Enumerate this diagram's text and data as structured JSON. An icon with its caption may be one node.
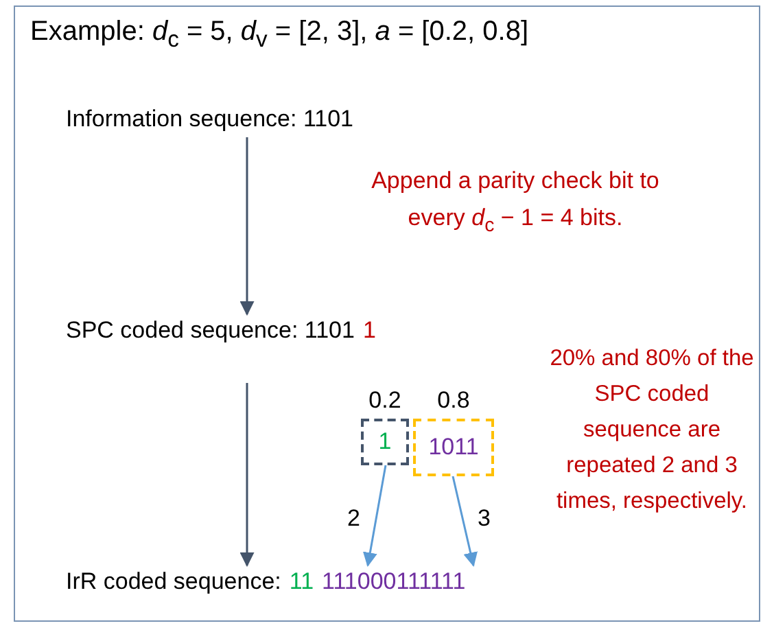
{
  "diagram": {
    "title": "Example: *d*$_{c}$ = 5, *d*$_{v}$ = [2, 3], *a* = [0.2, 0.8]",
    "nodes": [
      {
        "text": [
          "Information sequence: 1101"
        ]
      },
      {
        "text": [
          "SPC coded sequence: 1101",
          "1"
        ]
      },
      {
        "text": [
          "1"
        ],
        "beside": [
          "0.2"
        ]
      },
      {
        "text": [
          "1011"
        ],
        "beside": [
          "0.8"
        ]
      },
      {
        "text": [
          "IrR coded sequence:",
          "11",
          "111000111111"
        ]
      }
    ],
    "edges": [
      {
        "from": 0,
        "to": 1,
        "arrow": "to"
      },
      {
        "from": 1,
        "to": 4,
        "arrow": "to"
      },
      {
        "from": 2,
        "to": 4,
        "arrow": "to",
        "label": "2",
        "color": "#5b9bd5"
      },
      {
        "from": 3,
        "to": 4,
        "arrow": "to",
        "label": "3",
        "color": "#5b9bd5"
      }
    ],
    "labels": [
      "Append a parity check bit to every *d*$_{c}$ − 1 = 4 bits.",
      "20% and 80% of the SPC coded sequence are repeated 2 and 3 times, respectively."
    ]
  }
}
